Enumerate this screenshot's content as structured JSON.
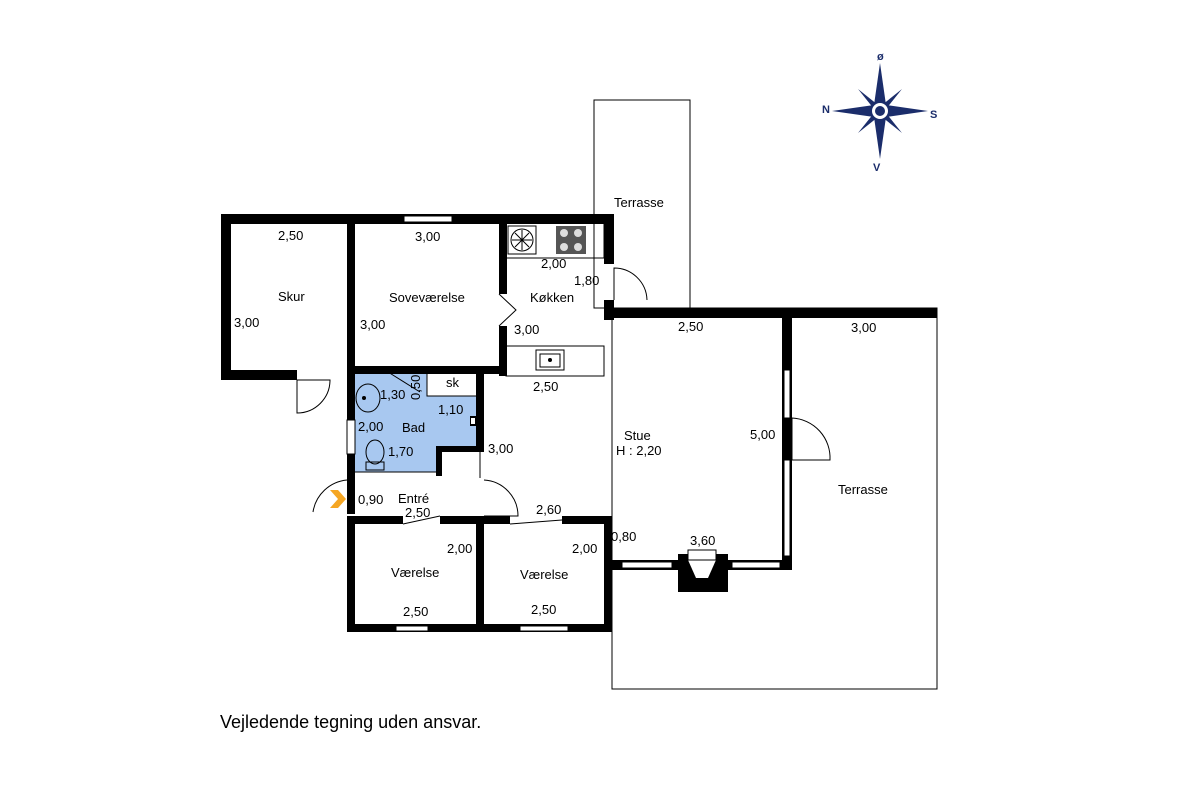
{
  "rooms": {
    "skur": "Skur",
    "sovevaerelse": "Soveværelse",
    "kokken": "Køkken",
    "stue": "Stue",
    "stue_height": "H : 2,20",
    "bad": "Bad",
    "sk": "sk",
    "entre": "Entré",
    "vaerelse1": "Værelse",
    "vaerelse2": "Værelse",
    "terrasse_top": "Terrasse",
    "terrasse_right": "Terrasse"
  },
  "dimensions": {
    "skur_w": "2,50",
    "skur_h": "3,00",
    "sove_w": "3,00",
    "sove_h": "3,00",
    "kok_w": "2,00",
    "kok_h": "1,80",
    "kok_side": "3,00",
    "stue_top": "2,50",
    "terr_w": "3,00",
    "kok_bottom": "2,50",
    "bad_top": "1,30",
    "bad_side": "0,50",
    "bad_right": "1,10",
    "bad_left": "2,00",
    "bad_bottom": "1,70",
    "stue_left": "3,00",
    "stue_right": "5,00",
    "entre_left": "0,90",
    "entre_w": "2,50",
    "entre_right": "2,60",
    "v1_h": "2,00",
    "v2_h": "2,00",
    "pejs_side": "0,80",
    "pejs_w": "3,60",
    "v1_w": "2,50",
    "v2_w": "2,50"
  },
  "compass": {
    "n": "N",
    "s": "S",
    "o": "ø",
    "v": "V"
  },
  "colors": {
    "bath": "#a8c8f0",
    "entrance_arrow": "#f5a623",
    "compass": "#1b2d6b"
  },
  "disclaimer": "Vejledende tegning uden ansvar."
}
